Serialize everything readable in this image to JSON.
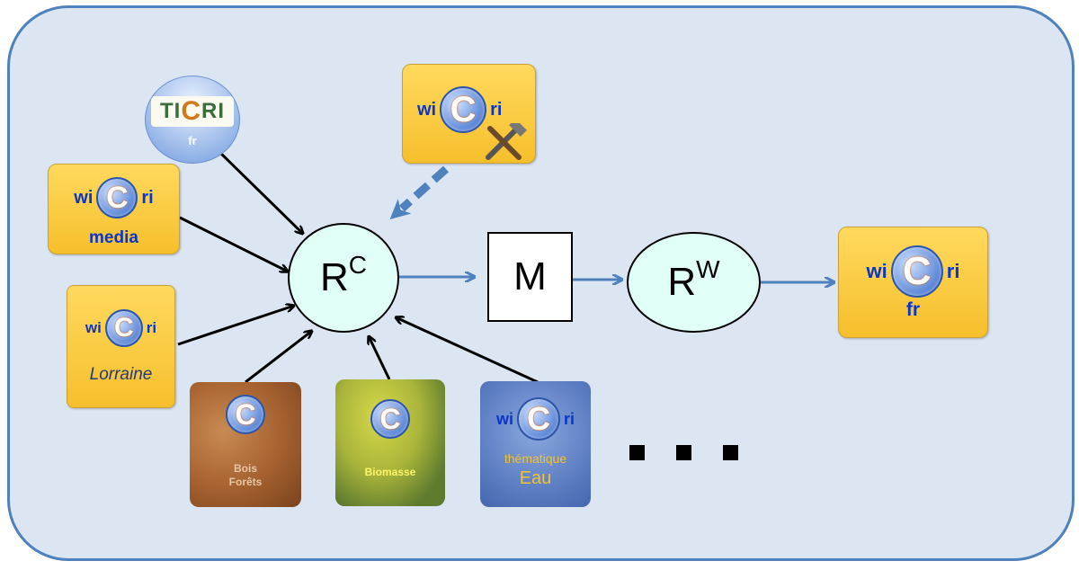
{
  "diagram": {
    "nodes": {
      "rc": {
        "letter": "R",
        "superscript": "C"
      },
      "m": {
        "label": "M"
      },
      "rw": {
        "letter": "R",
        "superscript": "W"
      }
    },
    "sources": {
      "ticri": {
        "left": "TI",
        "c": "C",
        "right": "RI",
        "sub": "fr"
      },
      "media": {
        "wi": "wi",
        "c": "C",
        "ri": "ri",
        "sub": "media"
      },
      "lorraine": {
        "wi": "wi",
        "c": "C",
        "ri": "ri",
        "sub": "Lorraine"
      },
      "tools": {
        "wi": "wi",
        "c": "C",
        "ri": "ri"
      },
      "bois": {
        "c": "C",
        "line1": "Bois",
        "line2": "Forêts"
      },
      "biomasse": {
        "c": "C",
        "caption": "Biomasse"
      },
      "eau": {
        "wi": "wi",
        "c": "C",
        "ri": "ri",
        "line1": "thématique",
        "line2": "Eau"
      }
    },
    "target": {
      "wi": "wi",
      "c": "C",
      "ri": "ri",
      "sub": "fr"
    },
    "colors": {
      "panel_fill": "#dce6f2",
      "panel_border": "#4f81bd",
      "flow_arrow": "#4f81bd",
      "source_arrow": "#000000",
      "node_fill": "#dffff7",
      "wicri_tile": "#f6c42f",
      "wicri_text": "#0a36c8"
    }
  }
}
